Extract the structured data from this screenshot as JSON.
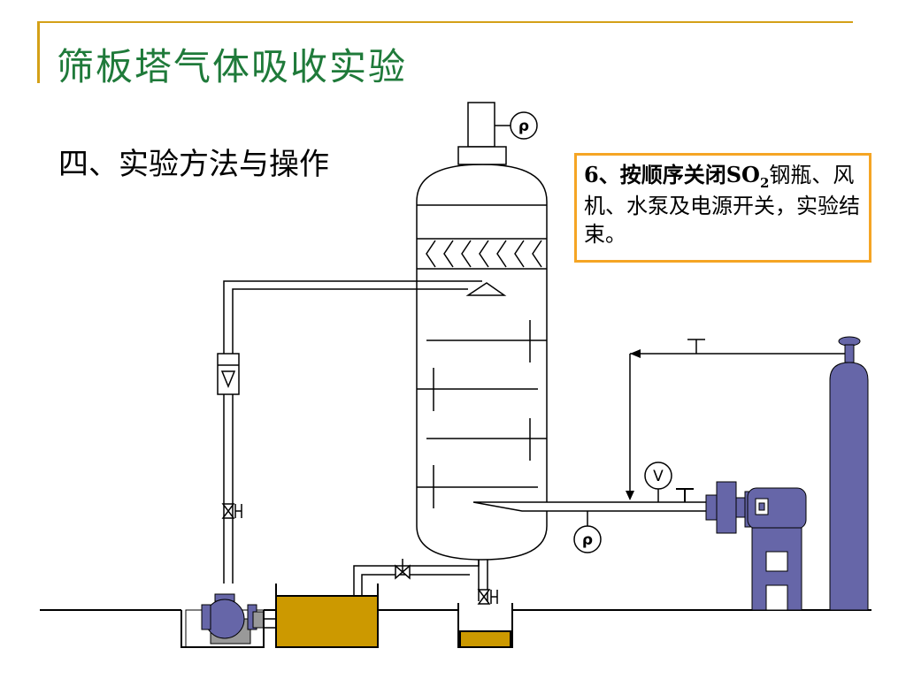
{
  "slide": {
    "title": "筛板塔气体吸收实验",
    "subtitle": "四、实验方法与操作",
    "note": {
      "prefix": "6、按顺序关闭SO",
      "subscript": "2",
      "suffix": "钢瓶、风机、水泵及电源开关，实验结束。"
    }
  },
  "diagram": {
    "labels": {
      "density_top": "ρ",
      "density_bottom": "ρ",
      "flow_meter": "V"
    },
    "colors": {
      "equipment": "#6666a8",
      "liquid": "#cc9900",
      "accent": "#f5a524",
      "title": "#1f7a3a"
    }
  }
}
